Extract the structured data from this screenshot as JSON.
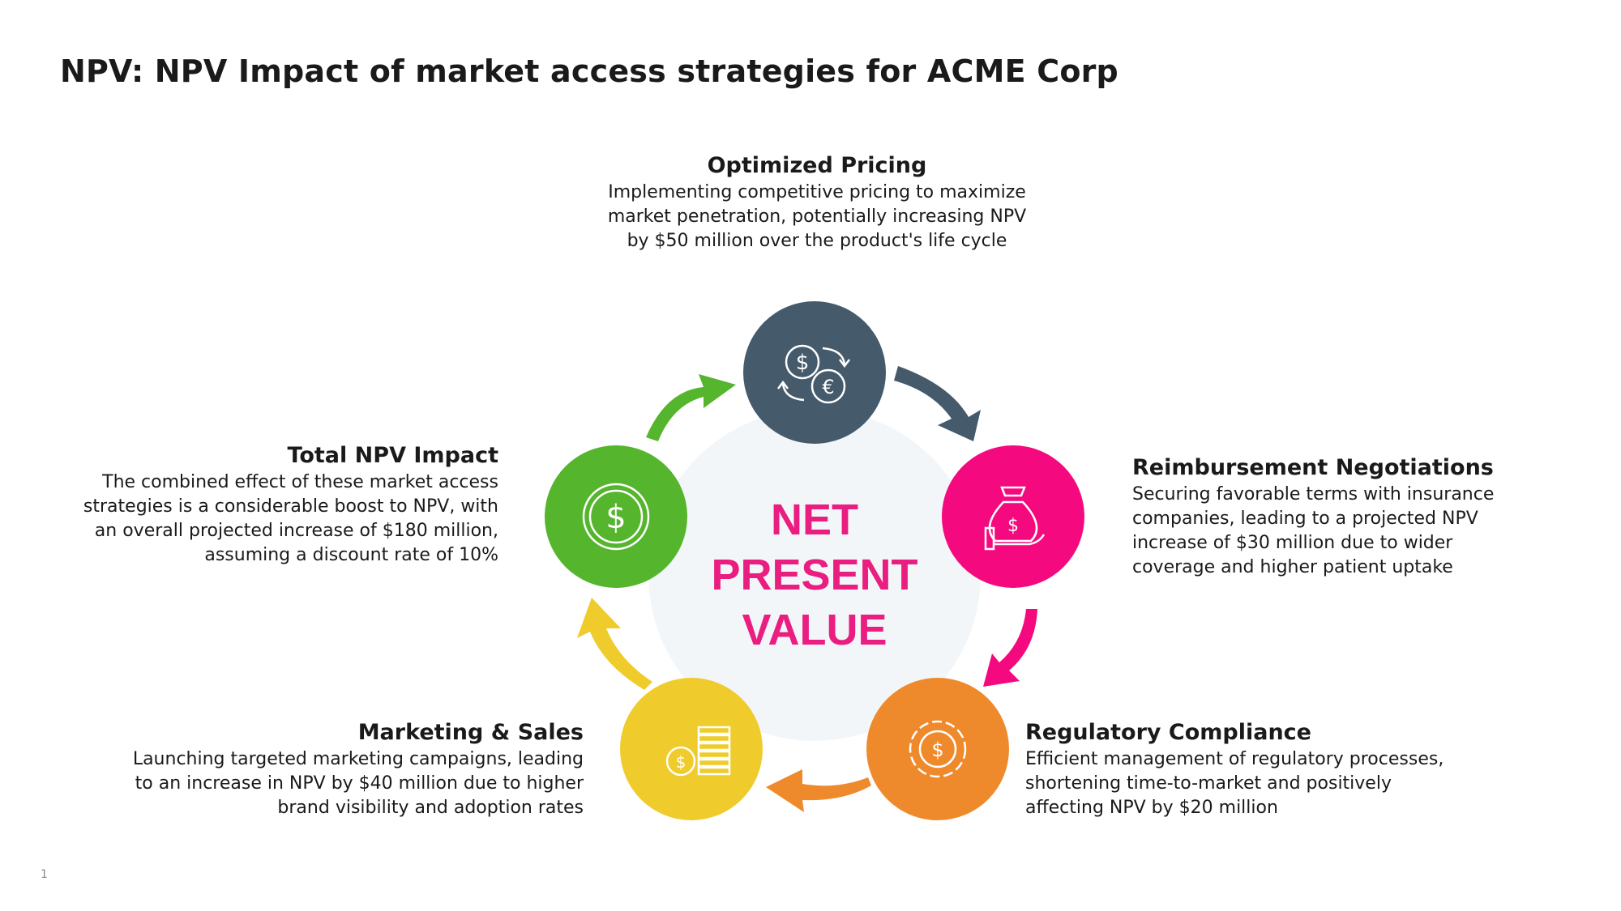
{
  "title": "NPV: NPV Impact of market access strategies for ACME Corp",
  "center": {
    "line1": "NET",
    "line2": "PRESENT",
    "line3": "VALUE"
  },
  "colors": {
    "slate": "#455a6b",
    "pink": "#f5097e",
    "orange": "#ef8a2c",
    "yellow": "#efcb2b",
    "green": "#55b52d",
    "center_text": "#e91e80"
  },
  "nodes": [
    {
      "heading": "Optimized Pricing",
      "description": "Implementing competitive pricing to maximize market penetration, potentially increasing NPV by $50 million over the product's life cycle",
      "icon": "currency-exchange-icon",
      "color": "#455a6b"
    },
    {
      "heading": "Reimbursement Negotiations",
      "description": "Securing favorable terms with insurance companies, leading to a projected NPV increase of $30 million due to wider coverage and higher patient uptake",
      "icon": "money-bag-hand-icon",
      "color": "#f5097e"
    },
    {
      "heading": "Regulatory Compliance",
      "description": "Efficient management of regulatory processes, shortening time-to-market and positively affecting NPV by $20 million",
      "icon": "dollar-gear-icon",
      "color": "#ef8a2c"
    },
    {
      "heading": "Marketing & Sales",
      "description": "Launching targeted marketing campaigns, leading to an increase in NPV by $40 million due to higher brand visibility and adoption rates",
      "icon": "coin-stack-icon",
      "color": "#efcb2b"
    },
    {
      "heading": "Total NPV Impact",
      "description": "The combined effect of these market access strategies is a considerable boost to NPV, with an overall projected increase of $180 million, assuming a discount rate of 10%",
      "icon": "dollar-coin-icon",
      "color": "#55b52d"
    }
  ],
  "page_number": "1"
}
